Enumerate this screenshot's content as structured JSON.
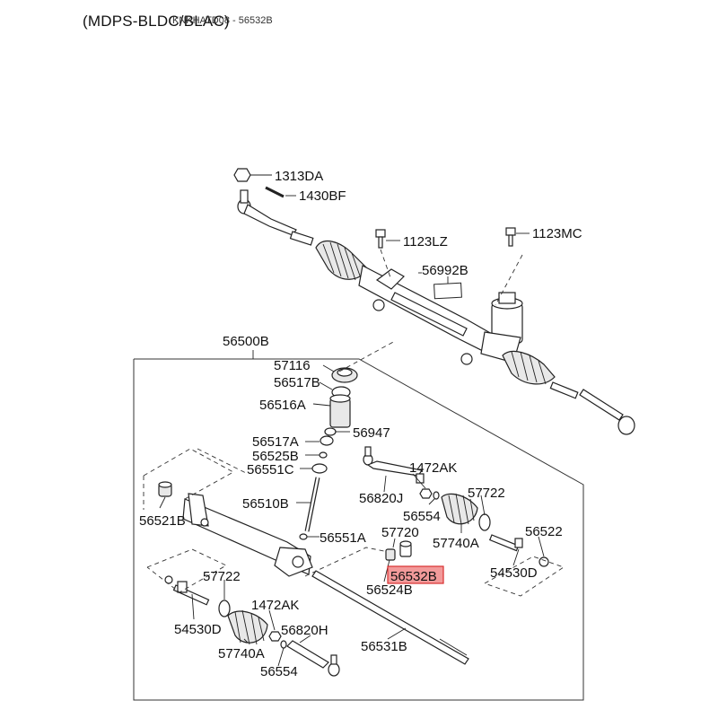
{
  "header": {
    "title": "(MDPS-BLDC/BLAC)",
    "subtitle": "KNKHATD08 - 56532B"
  },
  "highlight_color": "#f29a9a",
  "labels": {
    "p1313DA": "1313DA",
    "p1430BF": "1430BF",
    "p1123LZ": "1123LZ",
    "p1123MC": "1123MC",
    "p56992B": "56992B",
    "p56500B": "56500B",
    "p57116": "57116",
    "p56517B": "56517B",
    "p56516A": "56516A",
    "p56947": "56947",
    "p56517A": "56517A",
    "p56525B": "56525B",
    "p56551C": "56551C",
    "p56521B": "56521B",
    "p56510B": "56510B",
    "p56551A": "56551A",
    "p1472AK_r": "1472AK",
    "p56820J": "56820J",
    "p57722_r": "57722",
    "p56554_r": "56554",
    "p57740A_r": "57740A",
    "p56522": "56522",
    "p57720": "57720",
    "p54530D_r": "54530D",
    "p56532B": "56532B",
    "p56524B": "56524B",
    "p57722_l": "57722",
    "p1472AK_l": "1472AK",
    "p54530D_l": "54530D",
    "p56820H": "56820H",
    "p57740A_l": "57740A",
    "p56531B": "56531B",
    "p56554_l": "56554"
  }
}
